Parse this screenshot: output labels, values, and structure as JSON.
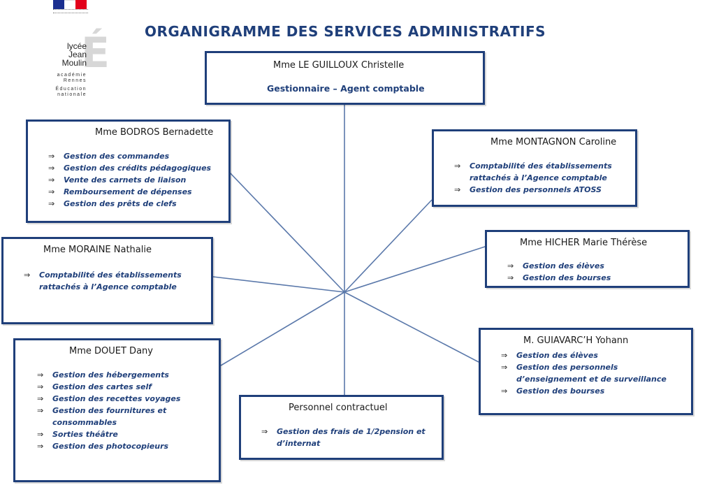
{
  "logos": {
    "school": {
      "name": "lycée\nJean Moulin",
      "sub1": "académie\nRennes",
      "sub2": "Éducation\nnationale",
      "mark": "É"
    }
  },
  "title": "ORGANIGRAMME DES SERVICES ADMINISTRATIFS",
  "colors": {
    "primary": "#1f3f7a",
    "line": "#5a78aa"
  },
  "icons": {
    "bullet": "⇒"
  },
  "boxes": {
    "guilloux": {
      "name": "Mme LE GUILLOUX Christelle",
      "role": "Gestionnaire – Agent comptable"
    },
    "bodros": {
      "name": "Mme BODROS Bernadette",
      "items": [
        [
          "Gestion des commandes"
        ],
        [
          "Gestion des crédits pédagogiques"
        ],
        [
          "Vente des carnets de liaison"
        ],
        [
          "Remboursement de dépenses"
        ],
        [
          "Gestion des prêts de clefs"
        ]
      ]
    },
    "montagnon": {
      "name": "Mme MONTAGNON Caroline",
      "items": [
        [
          "Comptabilité des établissements",
          "rattachés à l’Agence comptable"
        ],
        [
          "Gestion des personnels ATOSS"
        ]
      ]
    },
    "moraine": {
      "name": "Mme MORAINE Nathalie",
      "items": [
        [
          "Comptabilité des établissements",
          "rattachés à l’Agence comptable"
        ]
      ]
    },
    "hicher": {
      "name": "Mme HICHER Marie Thérèse",
      "items": [
        [
          "Gestion des élèves"
        ],
        [
          "Gestion des bourses"
        ]
      ]
    },
    "douet": {
      "name": "Mme DOUET Dany",
      "items": [
        [
          "Gestion des hébergements"
        ],
        [
          "Gestion des cartes self"
        ],
        [
          "Gestion des recettes voyages"
        ],
        [
          "Gestion des fournitures et",
          "consommables"
        ],
        [
          "Sorties théâtre"
        ],
        [
          "Gestion des photocopieurs"
        ]
      ]
    },
    "guiavarch": {
      "name": "M. GUIAVARC’H Yohann",
      "items": [
        [
          "Gestion des élèves"
        ],
        [
          "Gestion des personnels",
          "d’enseignement et de surveillance"
        ],
        [
          "Gestion des bourses"
        ]
      ]
    },
    "contractuel": {
      "name": "Personnel contractuel",
      "items": [
        [
          "Gestion des frais de 1/2pension et",
          "d’internat"
        ]
      ]
    }
  }
}
